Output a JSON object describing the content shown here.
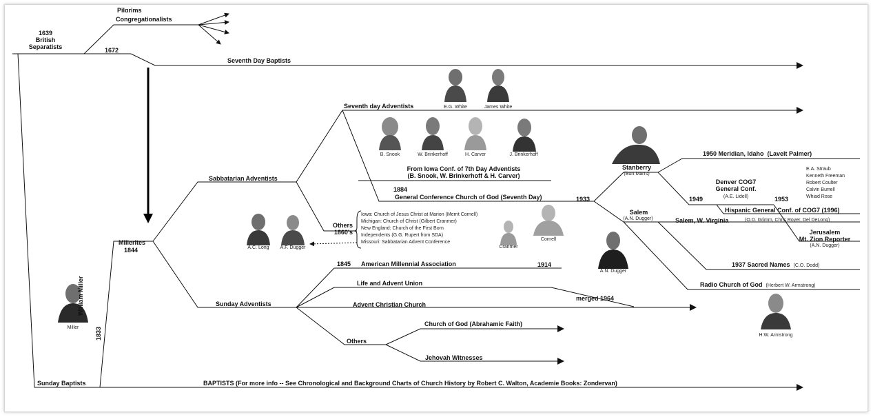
{
  "nodes": {
    "british_separatists": [
      "1639",
      "British",
      "Separatists"
    ],
    "pilgrims": "Pilgrims",
    "congregationalists": "Congregationalists",
    "year_1672": "1672",
    "seventh_day_baptists": "Seventh Day Baptists",
    "seventh_day_adventists": "Seventh day Adventists",
    "sabbatarian_adventists": "Sabbatarian Adventists",
    "millerites": "Millerites",
    "year_1844": "1844",
    "year_1833": "1833",
    "william_miller": "William Miller",
    "sunday_adventists": "Sunday Adventists",
    "sunday_baptists": "Sunday Baptists",
    "baptists": "BAPTISTS  (For more info -- See Chronological and Background Charts of Church History by Robert C. Walton, Academie Books:  Zondervan)",
    "iowa_conf": [
      "From Iowa Conf. of 7th Day Adventists",
      "(B. Snook, W. Brinkerhoff & H. Carver)"
    ],
    "year_1884": "1884",
    "gccog": "General Conference Church of God (Seventh Day)",
    "year_1933": "1933",
    "others_1860s": [
      "Others",
      "1860's"
    ],
    "others_list": [
      "Iowa:  Church of Jesus Christ at Marion (Merrit Cornell)",
      "Michigan:  Church of Christ (Gilbert Cranmer)",
      "New England:  Church of the First Born",
      "Independents (G.G. Rupert from SDA)",
      "Missouri:  Sabbatarian Advent Conference"
    ],
    "stanberry": "Stanberry",
    "stanberry_sub": "(Burt Marrs)",
    "salem": "Salem",
    "salem_sub": "(A.N. Dugger)",
    "meridian_1950": "1950 Meridian, Idaho",
    "meridian_sub": "(Lavelt Palmer)",
    "denver": [
      "Denver COG7",
      "General Conf."
    ],
    "denver_sub": "(A.E. Lidell)",
    "year_1949": "1949",
    "year_1953": "1953",
    "denver_names": [
      "E.A. Straub",
      "Kenneth Freeman",
      "Robert Coulter",
      "Calvin Burrell",
      "Whiad Rose"
    ],
    "hispanic": "Hispanic General Conf. of COG7 (1996)",
    "salem_wv": "Salem, W. Virginia",
    "salem_wv_sub": "(O.D. Grimm, Chris Royer, Del DeLong)",
    "jerusalem": [
      "Jerusalem",
      "Mt. Zion Reporter"
    ],
    "jerusalem_sub": "(A.N. Dugger)",
    "sacred_names": "1937 Sacred Names",
    "sacred_names_sub": "(C.O. Dodd)",
    "radio_cog": "Radio Church of God",
    "radio_cog_sub": "(Herbert W. Armstrong)",
    "year_1845": "1845",
    "ama": "American Millennial Association",
    "year_1914": "1914",
    "life_advent": "Life and Advent Union",
    "merged": "merged 1964",
    "advent_christian": "Advent Christian Church",
    "cog_abrahamic": "Church of God (Abrahamic Faith)",
    "others": "Others",
    "jehovah": "Jehovah Witnesses"
  },
  "portraits": {
    "eg_white": "E.G. White",
    "james_white": "James White",
    "b_snook": "B. Snook",
    "w_brinkerhoff": "W. Brinkerhoff",
    "h_carver": "H. Carver",
    "j_brinkerhoff": "J. Brinkerhoff",
    "ac_long": "A.C. Long",
    "af_dugger": "A.F. Dugger",
    "cranmer": "Cranmer",
    "cornell": "Cornell",
    "an_dugger": "A.N. Dugger",
    "miller": "Miller",
    "hw_armstrong": "H.W. Armstrong",
    "burt_marrs": ""
  },
  "colors": {
    "line": "#111111",
    "portrait": "#6f6f6f",
    "portrait_light": "#b4b4b4"
  }
}
